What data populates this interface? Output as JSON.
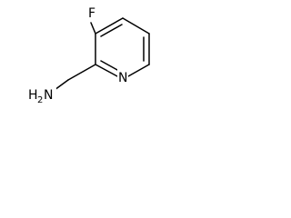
{
  "molecule": {
    "atoms": {
      "fluorine": "F",
      "nitrogen": "N",
      "amine_h": "H",
      "amine_sub": "2",
      "amine_n": "N"
    }
  },
  "colors": {
    "bond": "#000000",
    "text": "#000000",
    "background": "#ffffff"
  }
}
